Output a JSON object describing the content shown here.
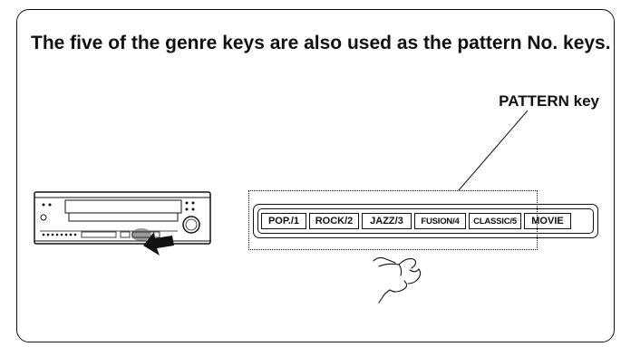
{
  "heading": "The five  of the genre keys are also used as the pattern No. keys.",
  "callout_label": "PATTERN key",
  "genre_keys": [
    {
      "label": "POP./1"
    },
    {
      "label": "ROCK/2"
    },
    {
      "label": "JAZZ/3"
    },
    {
      "label": "FUSION/4"
    },
    {
      "label": "CLASSIC/5"
    },
    {
      "label": "MOVIE"
    }
  ],
  "icons": {
    "device": "av-receiver-front-panel-icon",
    "arrow": "press-arrow-icon",
    "hand": "pressing-hand-icon"
  }
}
